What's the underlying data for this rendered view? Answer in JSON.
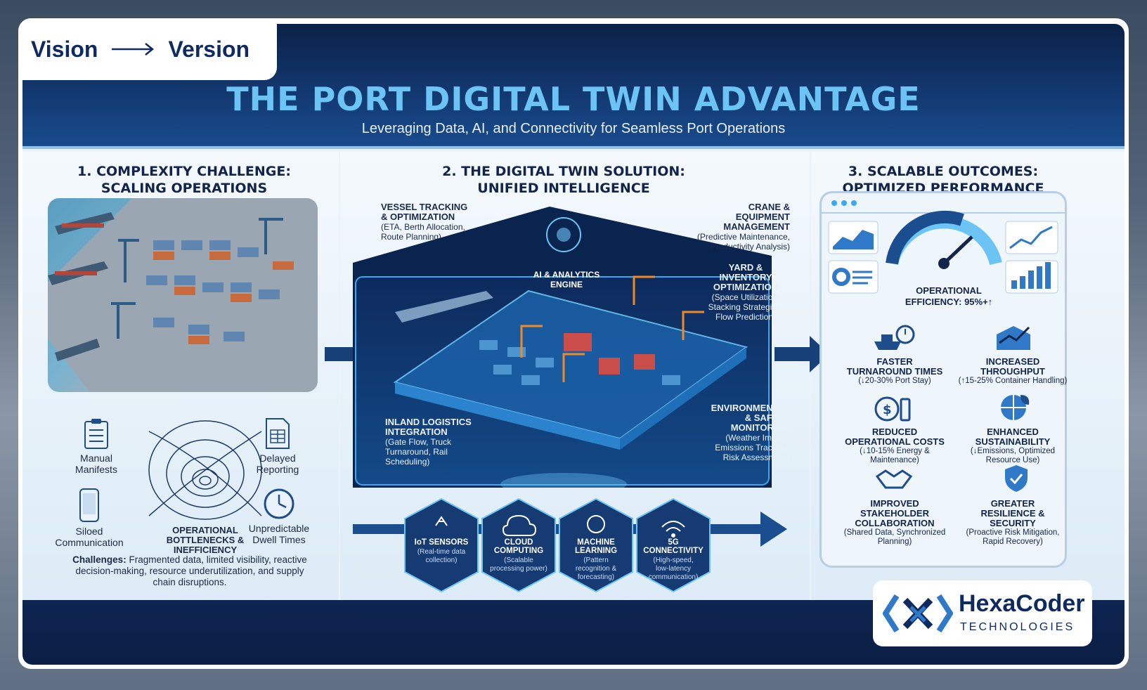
{
  "tab": {
    "left": "Vision",
    "right": "Version"
  },
  "header": {
    "title": "THE PORT DIGITAL TWIN ADVANTAGE",
    "subtitle": "Leveraging Data, AI, and Connectivity for Seamless Port Operations"
  },
  "section1": {
    "title_line1": "1. COMPLEXITY CHALLENGE:",
    "title_line2": "SCALING OPERATIONS",
    "items": {
      "manual_l1": "Manual",
      "manual_l2": "Manifests",
      "delayed_l1": "Delayed",
      "delayed_l2": "Reporting",
      "siloed_l1": "Siloed",
      "siloed_l2": "Communication",
      "unpredictable_l1": "Unpredictable",
      "unpredictable_l2": "Dwell Times",
      "bottleneck_l1": "OPERATIONAL",
      "bottleneck_l2": "BOTTLENECKS &",
      "bottleneck_l3": "INEFFICIENCY"
    },
    "challenges_label": "Challenges:",
    "challenges_text": " Fragmented data, limited visibility, reactive decision-making, resource underutilization, and supply chain disruptions."
  },
  "section2": {
    "title_line1": "2. THE DIGITAL TWIN SOLUTION:",
    "title_line2": "UNIFIED INTELLIGENCE",
    "ai_engine_l1": "AI & ANALYTICS",
    "ai_engine_l2": "ENGINE",
    "callouts": {
      "vessel_t1": "VESSEL TRACKING",
      "vessel_t2": "& OPTIMIZATION",
      "vessel_d1": "(ETA, Berth Allocation,",
      "vessel_d2": "Route Planning)",
      "crane_t1": "CRANE & EQUIPMENT",
      "crane_t2": "MANAGEMENT",
      "crane_d1": "(Predictive Maintenance,",
      "crane_d2": "Productivity Analysis)",
      "yard_t1": "YARD &",
      "yard_t2": "INVENTORY",
      "yard_t3": "OPTIMIZATION",
      "yard_d1": "(Space Utilization,",
      "yard_d2": "Stacking Strategies,",
      "yard_d3": "Flow Prediction)",
      "inland_t1": "INLAND LOGISTICS",
      "inland_t2": "INTEGRATION",
      "inland_d1": "(Gate Flow, Truck",
      "inland_d2": "Turnaround, Rail",
      "inland_d3": "Scheduling)",
      "env_t1": "ENVIRONMENTAL",
      "env_t2": "& SAFETY",
      "env_t3": "MONITORING",
      "env_d1": "(Weather Impact,",
      "env_d2": "Emissions Tracking,",
      "env_d3": "Risk Assessment)"
    },
    "tech": [
      {
        "title": "IoT SENSORS",
        "d1": "(Real-time data",
        "d2": "collection)",
        "d3": ""
      },
      {
        "title": "CLOUD COMPUTING",
        "d1": "(Scalable",
        "d2": "processing power)",
        "d3": ""
      },
      {
        "title": "MACHINE LEARNING",
        "d1": "(Pattern",
        "d2": "recognition &",
        "d3": "forecasting)"
      },
      {
        "title": "5G CONNECTIVITY",
        "d1": "(High-speed,",
        "d2": "low-latency",
        "d3": "communication)"
      }
    ]
  },
  "section3": {
    "title_line1": "3. SCALABLE OUTCOMES:",
    "title_line2": "OPTIMIZED PERFORMANCE",
    "efficiency_l1": "OPERATIONAL",
    "efficiency_l2": "EFFICIENCY: 95%+↑",
    "outcomes": [
      {
        "t1": "FASTER",
        "t2": "TURNAROUND TIMES",
        "t3": "",
        "d1": "(↓20-30% Port Stay)",
        "d2": ""
      },
      {
        "t1": "INCREASED",
        "t2": "THROUGHPUT",
        "t3": "",
        "d1": "(↑15-25% Container Handling)",
        "d2": ""
      },
      {
        "t1": "REDUCED",
        "t2": "OPERATIONAL COSTS",
        "t3": "",
        "d1": "(↓10-15% Energy &",
        "d2": "Maintenance)"
      },
      {
        "t1": "ENHANCED",
        "t2": "SUSTAINABILITY",
        "t3": "",
        "d1": "(↓Emissions, Optimized",
        "d2": "Resource Use)"
      },
      {
        "t1": "IMPROVED",
        "t2": "STAKEHOLDER",
        "t3": "COLLABORATION",
        "d1": "(Shared Data, Synchronized",
        "d2": "Planning)"
      },
      {
        "t1": "GREATER",
        "t2": "RESILIENCE &",
        "t3": "SECURITY",
        "d1": "(Proactive Risk Mitigation,",
        "d2": "Rapid Recovery)"
      }
    ]
  },
  "logo": {
    "name": "HexaCoder",
    "sub": "TECHNOLOGIES"
  },
  "colors": {
    "navy": "#0f2a5e",
    "accent": "#6cc4f5",
    "glow": "#3aa8f0",
    "orange": "#f08a24"
  }
}
